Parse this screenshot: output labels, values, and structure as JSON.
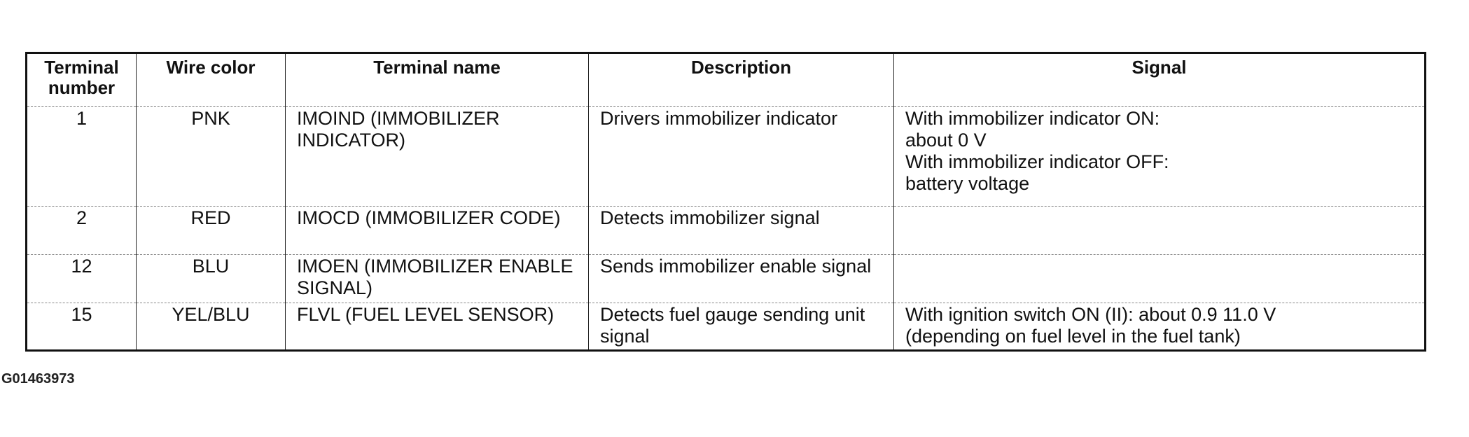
{
  "table": {
    "headers": {
      "terminal_number": "Terminal number",
      "wire_color": "Wire color",
      "terminal_name": "Terminal name",
      "description": "Description",
      "signal": "Signal"
    },
    "rows": [
      {
        "terminal_number": "1",
        "wire_color": "PNK",
        "terminal_name": "IMOIND (IMMOBILIZER INDICATOR)",
        "description": "Drivers immobilizer indicator",
        "signal": "With immobilizer indicator ON:\nabout 0 V\nWith immobilizer indicator OFF:\nbattery voltage"
      },
      {
        "terminal_number": "2",
        "wire_color": "RED",
        "terminal_name": "IMOCD (IMMOBILIZER CODE)",
        "description": "Detects immobilizer signal",
        "signal": ""
      },
      {
        "terminal_number": "12",
        "wire_color": "BLU",
        "terminal_name": "IMOEN (IMMOBILIZER ENABLE SIGNAL)",
        "description": "Sends immobilizer enable signal",
        "signal": ""
      },
      {
        "terminal_number": "15",
        "wire_color": "YEL/BLU",
        "terminal_name": "FLVL (FUEL LEVEL SENSOR)",
        "description": "Detects fuel gauge sending unit signal",
        "signal": "With ignition switch ON (II): about 0.9    11.0 V\n(depending on fuel level in the fuel tank)"
      }
    ]
  },
  "figure_code": "G01463973"
}
